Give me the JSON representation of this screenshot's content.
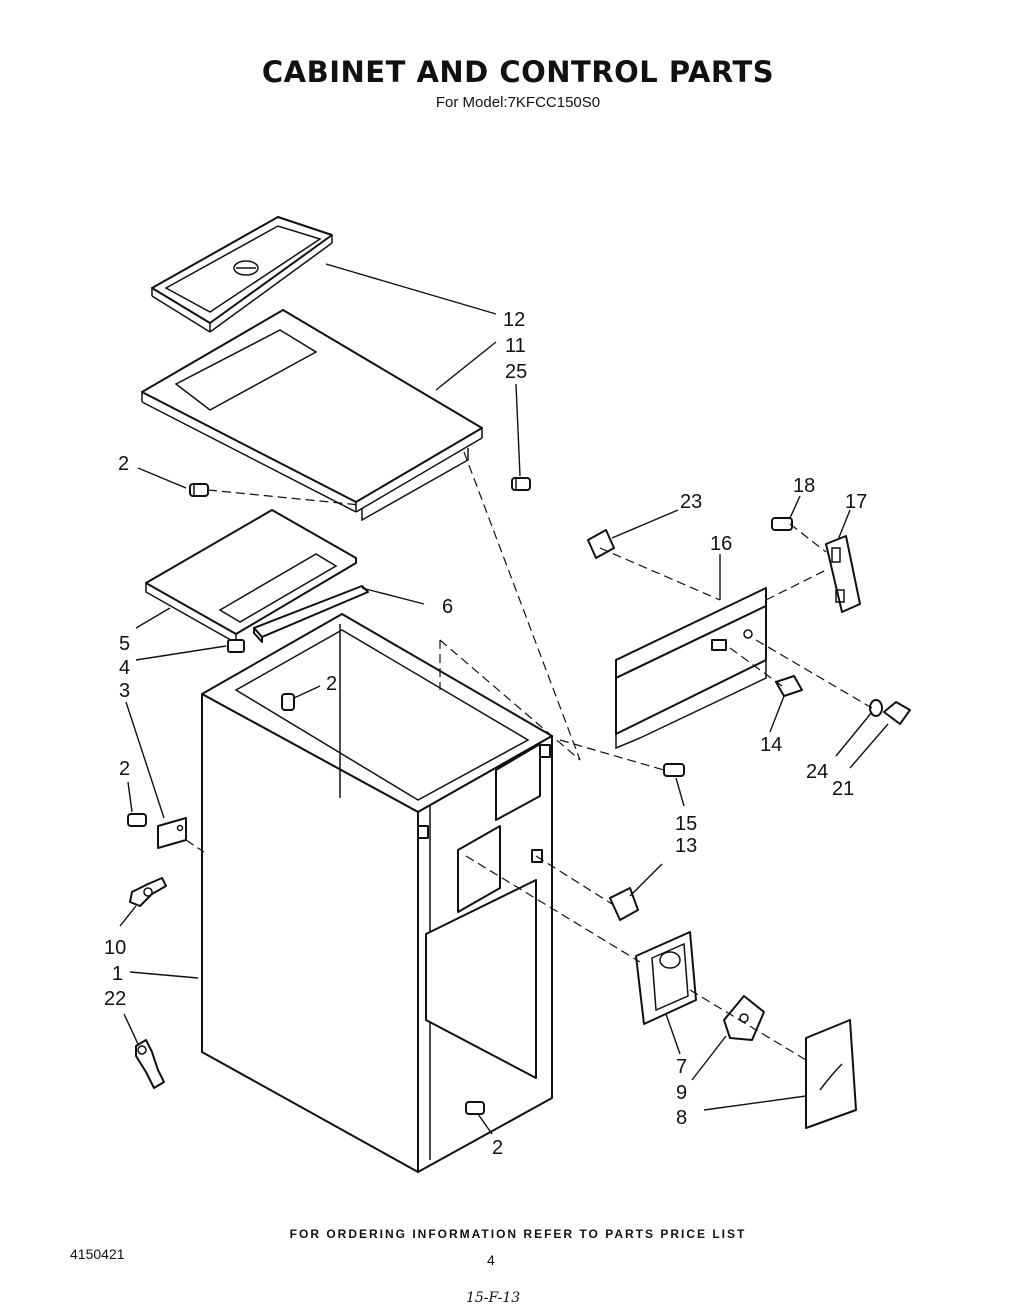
{
  "title": "CABINET AND CONTROL PARTS",
  "subtitle": "For Model:7KFCC150S0",
  "footer_note": "FOR ORDERING INFORMATION REFER TO PARTS PRICE LIST",
  "document_number": "4150421",
  "page_number": "4",
  "handwritten_code": "15-F-13",
  "callouts": {
    "c12": "12",
    "c11": "11",
    "c25": "25",
    "c2a": "2",
    "c23": "23",
    "c18": "18",
    "c17": "17",
    "c16": "16",
    "c6": "6",
    "c5": "5",
    "c4": "4",
    "c3": "3",
    "c2b": "2",
    "c2c": "2",
    "c14": "14",
    "c24": "24",
    "c21": "21",
    "c15": "15",
    "c13": "13",
    "c10": "10",
    "c1": "1",
    "c22": "22",
    "c7": "7",
    "c9": "9",
    "c8": "8",
    "c2d": "2"
  }
}
